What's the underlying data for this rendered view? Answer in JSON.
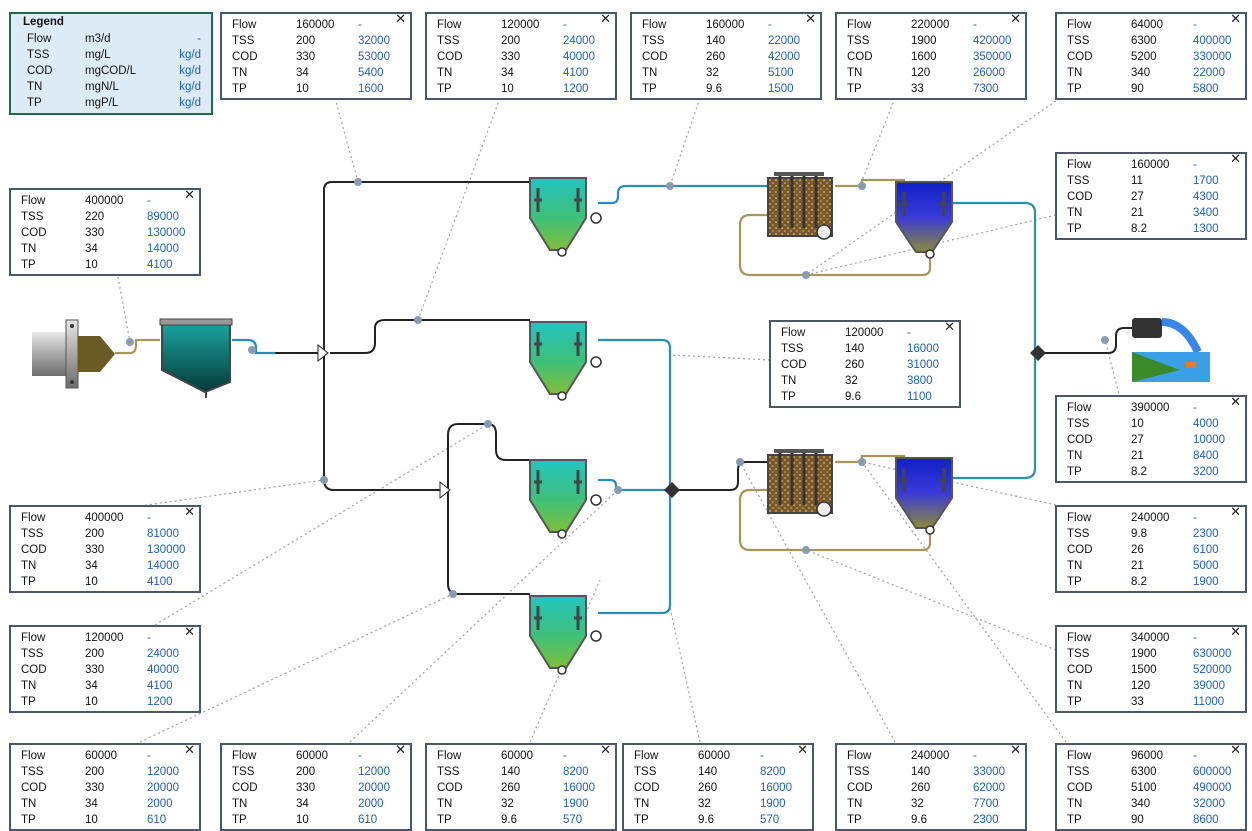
{
  "legend": {
    "title": "Legend",
    "rows": [
      [
        "Flow",
        "m3/d",
        "-"
      ],
      [
        "TSS",
        "mg/L",
        "kg/d"
      ],
      [
        "COD",
        "mgCOD/L",
        "kg/d"
      ],
      [
        "TN",
        "mgN/L",
        "kg/d"
      ],
      [
        "TP",
        "mgP/L",
        "kg/d"
      ]
    ]
  },
  "close_glyph": "✕",
  "tables": [
    {
      "id": "t1",
      "vals": [
        [
          "Flow",
          "160000",
          "-"
        ],
        [
          "TSS",
          "200",
          "32000"
        ],
        [
          "COD",
          "330",
          "53000"
        ],
        [
          "TN",
          "34",
          "5400"
        ],
        [
          "TP",
          "10",
          "1600"
        ]
      ]
    },
    {
      "id": "t2",
      "vals": [
        [
          "Flow",
          "120000",
          "-"
        ],
        [
          "TSS",
          "200",
          "24000"
        ],
        [
          "COD",
          "330",
          "40000"
        ],
        [
          "TN",
          "34",
          "4100"
        ],
        [
          "TP",
          "10",
          "1200"
        ]
      ]
    },
    {
      "id": "t3",
      "vals": [
        [
          "Flow",
          "160000",
          "-"
        ],
        [
          "TSS",
          "140",
          "22000"
        ],
        [
          "COD",
          "260",
          "42000"
        ],
        [
          "TN",
          "32",
          "5100"
        ],
        [
          "TP",
          "9.6",
          "1500"
        ]
      ]
    },
    {
      "id": "t4",
      "vals": [
        [
          "Flow",
          "220000",
          "-"
        ],
        [
          "TSS",
          "1900",
          "420000"
        ],
        [
          "COD",
          "1600",
          "350000"
        ],
        [
          "TN",
          "120",
          "26000"
        ],
        [
          "TP",
          "33",
          "7300"
        ]
      ]
    },
    {
      "id": "t5",
      "vals": [
        [
          "Flow",
          "64000",
          "-"
        ],
        [
          "TSS",
          "6300",
          "400000"
        ],
        [
          "COD",
          "5200",
          "330000"
        ],
        [
          "TN",
          "340",
          "22000"
        ],
        [
          "TP",
          "90",
          "5800"
        ]
      ]
    },
    {
      "id": "t6",
      "vals": [
        [
          "Flow",
          "400000",
          "-"
        ],
        [
          "TSS",
          "220",
          "89000"
        ],
        [
          "COD",
          "330",
          "130000"
        ],
        [
          "TN",
          "34",
          "14000"
        ],
        [
          "TP",
          "10",
          "4100"
        ]
      ]
    },
    {
      "id": "t7",
      "vals": [
        [
          "Flow",
          "160000",
          "-"
        ],
        [
          "TSS",
          "11",
          "1700"
        ],
        [
          "COD",
          "27",
          "4300"
        ],
        [
          "TN",
          "21",
          "3400"
        ],
        [
          "TP",
          "8.2",
          "1300"
        ]
      ]
    },
    {
      "id": "t8",
      "vals": [
        [
          "Flow",
          "120000",
          "-"
        ],
        [
          "TSS",
          "140",
          "16000"
        ],
        [
          "COD",
          "260",
          "31000"
        ],
        [
          "TN",
          "32",
          "3800"
        ],
        [
          "TP",
          "9.6",
          "1100"
        ]
      ]
    },
    {
      "id": "t9",
      "vals": [
        [
          "Flow",
          "390000",
          "-"
        ],
        [
          "TSS",
          "10",
          "4000"
        ],
        [
          "COD",
          "27",
          "10000"
        ],
        [
          "TN",
          "21",
          "8400"
        ],
        [
          "TP",
          "8.2",
          "3200"
        ]
      ]
    },
    {
      "id": "t10",
      "vals": [
        [
          "Flow",
          "400000",
          "-"
        ],
        [
          "TSS",
          "200",
          "81000"
        ],
        [
          "COD",
          "330",
          "130000"
        ],
        [
          "TN",
          "34",
          "14000"
        ],
        [
          "TP",
          "10",
          "4100"
        ]
      ]
    },
    {
      "id": "t11",
      "vals": [
        [
          "Flow",
          "240000",
          "-"
        ],
        [
          "TSS",
          "9.8",
          "2300"
        ],
        [
          "COD",
          "26",
          "6100"
        ],
        [
          "TN",
          "21",
          "5000"
        ],
        [
          "TP",
          "8.2",
          "1900"
        ]
      ]
    },
    {
      "id": "t12",
      "vals": [
        [
          "Flow",
          "120000",
          "-"
        ],
        [
          "TSS",
          "200",
          "24000"
        ],
        [
          "COD",
          "330",
          "40000"
        ],
        [
          "TN",
          "34",
          "4100"
        ],
        [
          "TP",
          "10",
          "1200"
        ]
      ]
    },
    {
      "id": "t13",
      "vals": [
        [
          "Flow",
          "340000",
          "-"
        ],
        [
          "TSS",
          "1900",
          "630000"
        ],
        [
          "COD",
          "1500",
          "520000"
        ],
        [
          "TN",
          "120",
          "39000"
        ],
        [
          "TP",
          "33",
          "11000"
        ]
      ]
    },
    {
      "id": "t14",
      "vals": [
        [
          "Flow",
          "60000",
          "-"
        ],
        [
          "TSS",
          "200",
          "12000"
        ],
        [
          "COD",
          "330",
          "20000"
        ],
        [
          "TN",
          "34",
          "2000"
        ],
        [
          "TP",
          "10",
          "610"
        ]
      ]
    },
    {
      "id": "t15",
      "vals": [
        [
          "Flow",
          "60000",
          "-"
        ],
        [
          "TSS",
          "200",
          "12000"
        ],
        [
          "COD",
          "330",
          "20000"
        ],
        [
          "TN",
          "34",
          "2000"
        ],
        [
          "TP",
          "10",
          "610"
        ]
      ]
    },
    {
      "id": "t16",
      "vals": [
        [
          "Flow",
          "60000",
          "-"
        ],
        [
          "TSS",
          "140",
          "8200"
        ],
        [
          "COD",
          "260",
          "16000"
        ],
        [
          "TN",
          "32",
          "1900"
        ],
        [
          "TP",
          "9.6",
          "570"
        ]
      ]
    },
    {
      "id": "t17",
      "vals": [
        [
          "Flow",
          "60000",
          "-"
        ],
        [
          "TSS",
          "140",
          "8200"
        ],
        [
          "COD",
          "260",
          "16000"
        ],
        [
          "TN",
          "32",
          "1900"
        ],
        [
          "TP",
          "9.6",
          "570"
        ]
      ]
    },
    {
      "id": "t18",
      "vals": [
        [
          "Flow",
          "240000",
          "-"
        ],
        [
          "TSS",
          "140",
          "33000"
        ],
        [
          "COD",
          "260",
          "62000"
        ],
        [
          "TN",
          "32",
          "7700"
        ],
        [
          "TP",
          "9.6",
          "2300"
        ]
      ]
    },
    {
      "id": "t19",
      "vals": [
        [
          "Flow",
          "96000",
          "-"
        ],
        [
          "TSS",
          "6300",
          "600000"
        ],
        [
          "COD",
          "5100",
          "490000"
        ],
        [
          "TN",
          "340",
          "32000"
        ],
        [
          "TP",
          "90",
          "8600"
        ]
      ]
    }
  ]
}
